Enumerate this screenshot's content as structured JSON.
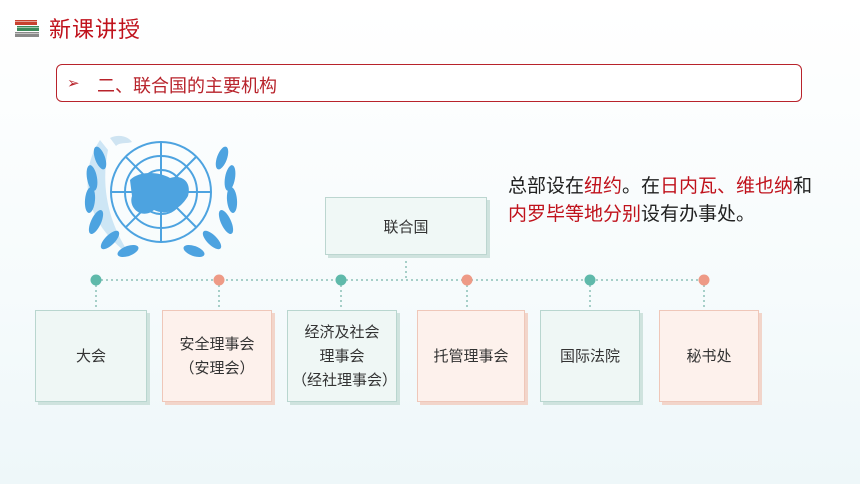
{
  "header": {
    "title": "新课讲授",
    "icon": "books-icon"
  },
  "section": {
    "arrow": "➢",
    "title": "二、联合国的主要机构"
  },
  "logo": {
    "name": "un-emblem"
  },
  "description": {
    "parts": [
      {
        "text": "总部设在",
        "highlight": false
      },
      {
        "text": "纽约",
        "highlight": true
      },
      {
        "text": "。在",
        "highlight": false
      },
      {
        "text": "日内瓦、维也纳",
        "highlight": true
      },
      {
        "text": "和",
        "highlight": false
      },
      {
        "text": "内罗毕等地分别",
        "highlight": true
      },
      {
        "text": "设有办事处。",
        "highlight": false
      }
    ]
  },
  "org": {
    "root": "联合国",
    "children": [
      {
        "label": "大会",
        "color": "teal"
      },
      {
        "label": "安全理事会\n（安理会）",
        "color": "peach"
      },
      {
        "label": "经济及社会\n理事会\n（经社理事会）",
        "color": "teal"
      },
      {
        "label": "托管理事会",
        "color": "peach"
      },
      {
        "label": "国际法院",
        "color": "teal"
      },
      {
        "label": "秘书处",
        "color": "peach"
      }
    ]
  },
  "colors": {
    "accent": "#c0121c",
    "teal": "#5fb9aa",
    "peach": "#ee9a86",
    "un_blue": "#4da3e0"
  }
}
